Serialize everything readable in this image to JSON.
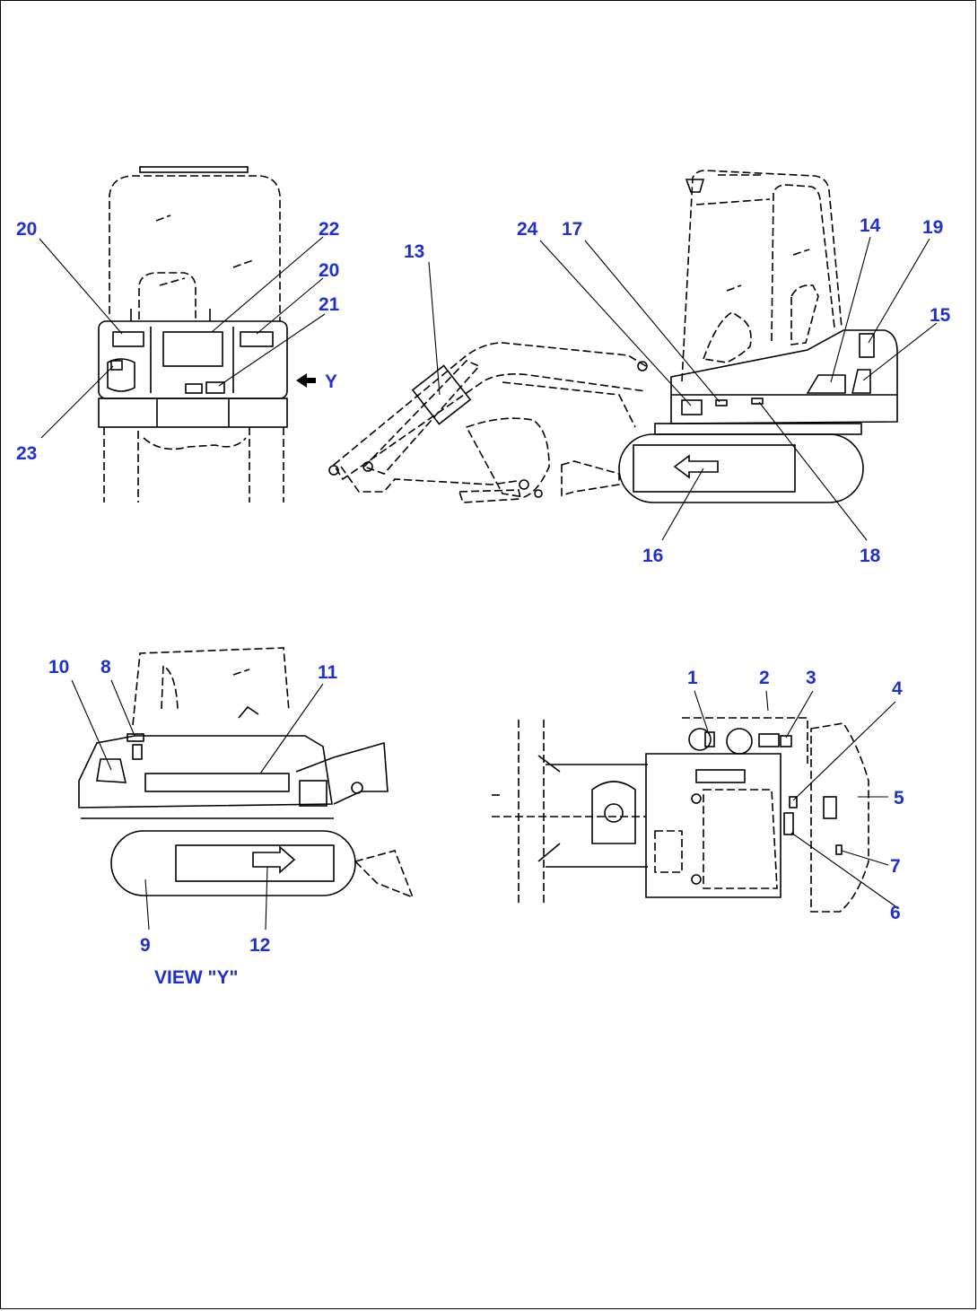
{
  "callouts": {
    "c1": "1",
    "c2": "2",
    "c3": "3",
    "c4": "4",
    "c5": "5",
    "c6": "6",
    "c7": "7",
    "c8": "8",
    "c9": "9",
    "c10": "10",
    "c11": "11",
    "c12": "12",
    "c13": "13",
    "c14": "14",
    "c15": "15",
    "c16": "16",
    "c17": "17",
    "c18": "18",
    "c19": "19",
    "c20a": "20",
    "c20b": "20",
    "c21": "21",
    "c22": "22",
    "c23": "23",
    "c24": "24"
  },
  "view_marker": "Y",
  "view_caption": "VIEW \"Y\"",
  "colors": {
    "label": "#1f2fd6",
    "line": "#000000",
    "background": "#ffffff"
  }
}
